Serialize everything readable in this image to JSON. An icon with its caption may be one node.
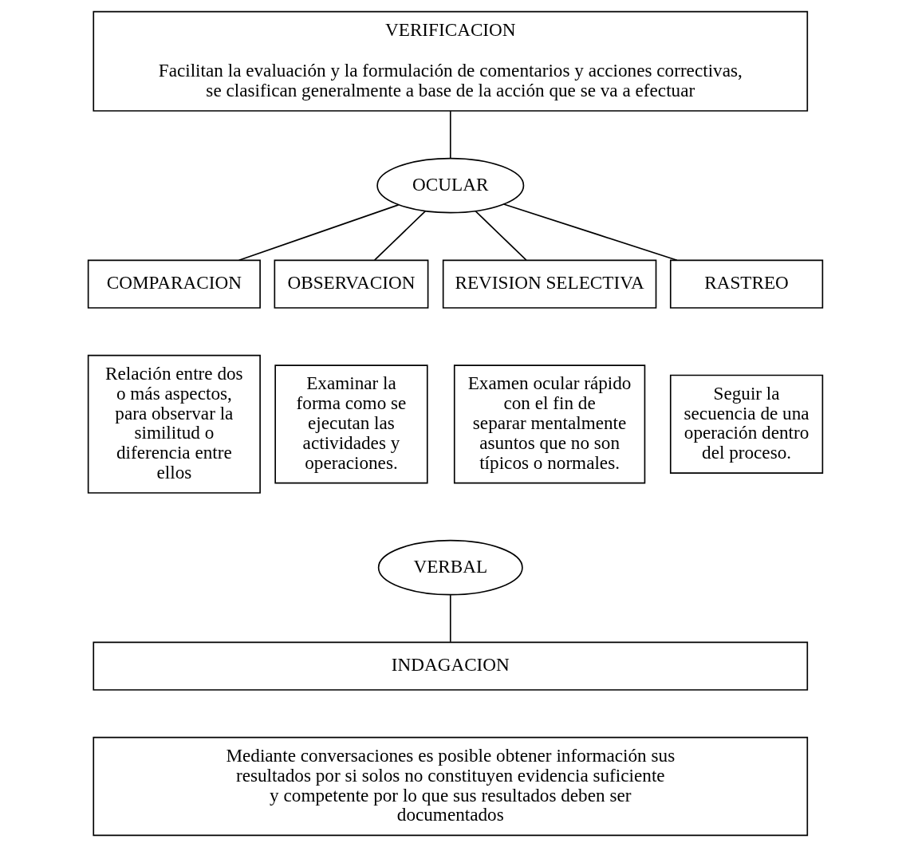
{
  "diagram": {
    "nodes": [
      {
        "text": [
          "VERIFICACION",
          "Facilitan la evaluación y la formulación de comentarios y acciones correctivas, se clasifican generalmente a base de la acción que se va a efectuar"
        ]
      },
      {
        "text": [
          "OCULAR"
        ]
      },
      {
        "text": [
          "COMPARACION"
        ]
      },
      {
        "text": [
          "Relación entre dos o más aspectos, para observar la similitud o diferencia entre ellos"
        ]
      },
      {
        "text": [
          "OBSERVACION"
        ]
      },
      {
        "text": [
          "Examinar la forma como se ejecutan las actividades y operaciones."
        ]
      },
      {
        "text": [
          "REVISION SELECTIVA"
        ]
      },
      {
        "text": [
          "Examen ocular rápido con el fin de separar mentalmente asuntos que no son típicos o normales."
        ]
      },
      {
        "text": [
          "RASTREO"
        ]
      },
      {
        "text": [
          "Seguir la secuencia de una operación dentro del proceso."
        ]
      },
      {
        "text": [
          "VERBAL"
        ]
      },
      {
        "text": [
          "INDAGACION"
        ]
      },
      {
        "text": [
          "Mediante conversaciones es posible obtener información sus resultados por si solos no constituyen evidencia suficiente y competente por lo que sus resultados deben ser documentados"
        ]
      }
    ],
    "edges": [
      {
        "from": 0,
        "to": 1,
        "arrow": "none"
      },
      {
        "from": 1,
        "to": 2,
        "arrow": "none"
      },
      {
        "from": 1,
        "to": 4,
        "arrow": "none"
      },
      {
        "from": 1,
        "to": 6,
        "arrow": "none"
      },
      {
        "from": 1,
        "to": 8,
        "arrow": "none"
      },
      {
        "from": 10,
        "to": 11,
        "arrow": "none"
      }
    ]
  }
}
